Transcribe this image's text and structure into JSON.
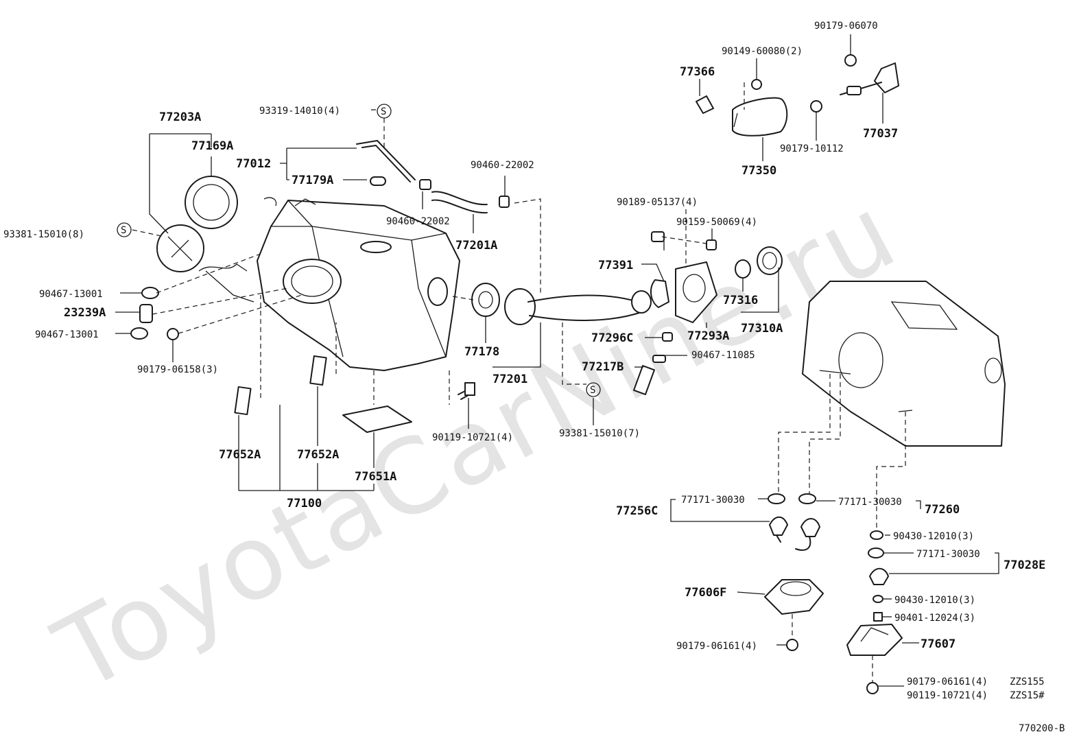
{
  "watermark": "ToyotaCarNine.ru",
  "diagram_code": "770200-B",
  "labels": {
    "p77203A": "77203A",
    "p77169A": "77169A",
    "p93319": "93319-14010(4)",
    "p77012": "77012",
    "p77179A": "77179A",
    "p90460a": "90460-22002",
    "p90460b": "90460-22002",
    "p77201A": "77201A",
    "p93381a": "93381-15010(8)",
    "p90467a": "90467-13001",
    "p23239A": "23239A",
    "p90467b": "90467-13001",
    "p90179_06158": "90179-06158(3)",
    "p77652A_1": "77652A",
    "p77652A_2": "77652A",
    "p77651A": "77651A",
    "p77100": "77100",
    "p77178": "77178",
    "p77201": "77201",
    "p90119": "90119-10721(4)",
    "p93381b": "93381-15010(7)",
    "p90189": "90189-05137(4)",
    "p90159": "90159-50069(4)",
    "p77391": "77391",
    "p77316": "77316",
    "p77293A": "77293A",
    "p77310A": "77310A",
    "p77296C": "77296C",
    "p90467_11085": "90467-11085",
    "p77217B": "77217B",
    "p90179_06070": "90179-06070",
    "p90149": "90149-60080(2)",
    "p77366": "77366",
    "p77037": "77037",
    "p90179_10112": "90179-10112",
    "p77350": "77350",
    "p77256C": "77256C",
    "p77171a": "77171-30030",
    "p77171b": "77171-30030",
    "p77260": "77260",
    "p90430a": "90430-12010(3)",
    "p77171c": "77171-30030",
    "p77028E": "77028E",
    "p90430b": "90430-12010(3)",
    "p90401": "90401-12024(3)",
    "p77606F": "77606F",
    "p90179_06161a": "90179-06161(4)",
    "p77607": "77607",
    "p90179_06161b": "90179-06161(4)",
    "p90119b": "90119-10721(4)",
    "cond1": "ZZS155",
    "cond2": "ZZS15#",
    "s_mark": "S"
  }
}
